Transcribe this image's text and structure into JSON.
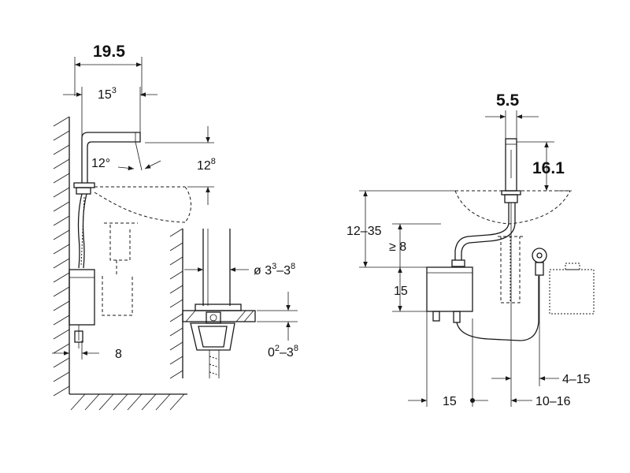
{
  "left_view": {
    "width_total": "19.5",
    "spout_reach_base": "15",
    "spout_reach_sup": "3",
    "spout_angle": "12°",
    "spout_height_base": "12",
    "spout_height_sup": "8",
    "box_wall_offset": "8"
  },
  "detail_view": {
    "hole_diameter_base": "ø 3",
    "hole_diameter_sup1": "3",
    "hole_diameter_mid": "–3",
    "hole_diameter_sup2": "8",
    "deck_thickness_base": "0",
    "deck_thickness_sup1": "2",
    "deck_thickness_mid": "–3",
    "deck_thickness_sup2": "8"
  },
  "right_view": {
    "spout_width": "5.5",
    "spout_height": "16.1",
    "box_drop": "12–35",
    "min_clearance": "≥ 8",
    "box_height": "15",
    "box_offset": "15",
    "spout_offset": "10–16",
    "adapter_offset": "4–15"
  }
}
